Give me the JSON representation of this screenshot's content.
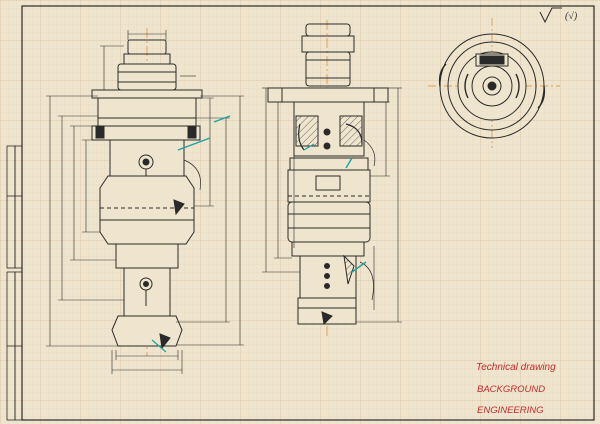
{
  "title_block": {
    "title": "Technical drawing",
    "line2": "BACKGROUND",
    "line3": "ENGINEERING"
  },
  "roughness_symbol": {
    "label": "(√)"
  },
  "colors": {
    "paper": "#efe5cf",
    "grid": "#e2c9a8",
    "line": "#2a2a2a",
    "center_line": "#d9862a",
    "dimension": "#2a2a2a",
    "accent": "#1aa1a1",
    "title_text": "#c62a2a"
  }
}
